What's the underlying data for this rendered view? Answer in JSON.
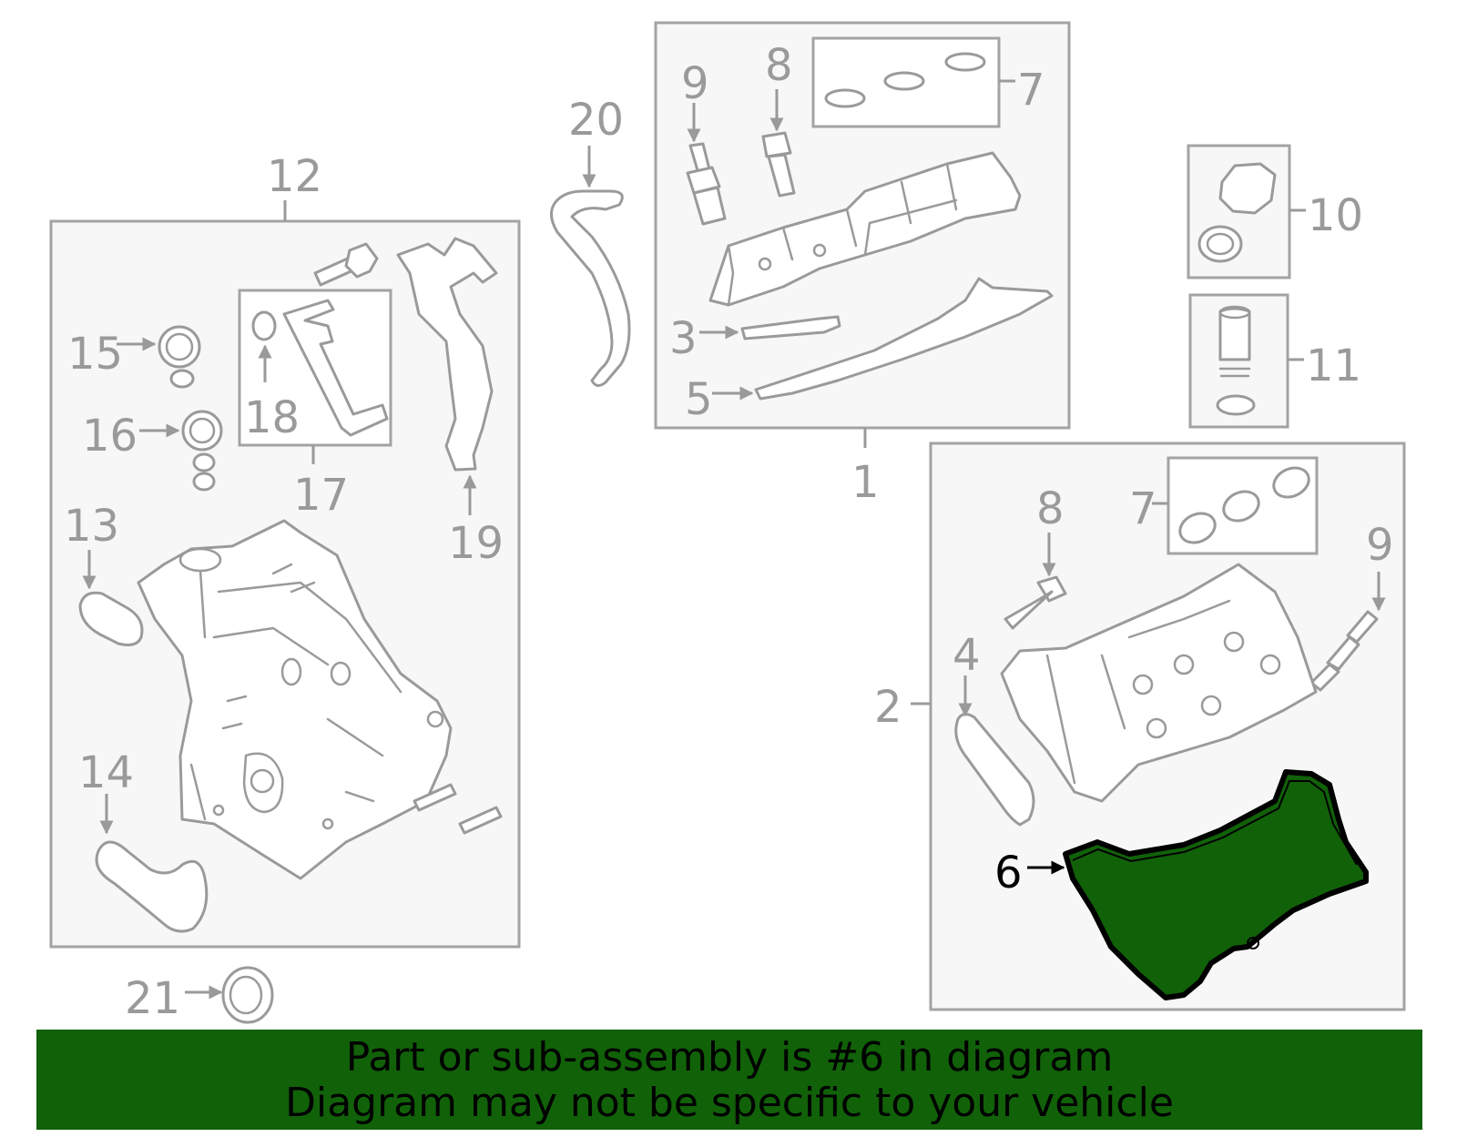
{
  "diagram": {
    "highlight_color": "#116109",
    "highlighted_part": "6",
    "callouts": {
      "c1": "1",
      "c2": "2",
      "c3": "3",
      "c4": "4",
      "c5": "5",
      "c6": "6",
      "c7a": "7",
      "c7b": "7",
      "c8a": "8",
      "c8b": "8",
      "c9a": "9",
      "c9b": "9",
      "c10": "10",
      "c11": "11",
      "c12": "12",
      "c13": "13",
      "c14": "14",
      "c15": "15",
      "c16": "16",
      "c17": "17",
      "c18": "18",
      "c19": "19",
      "c20": "20",
      "c21": "21"
    }
  },
  "banner": {
    "line1": "Part or sub-assembly is #6 in diagram",
    "line2": "Diagram may not be specific to your vehicle"
  }
}
